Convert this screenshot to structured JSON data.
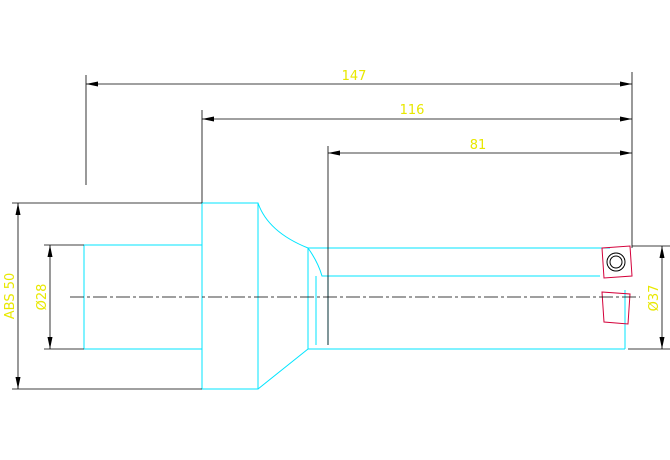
{
  "drawing": {
    "dimensions": {
      "overall_length": "147",
      "body_length": "116",
      "flute_length": "81",
      "shank_flange_diameter": "ABS 50",
      "shank_diameter": "Ø28",
      "cutting_diameter": "Ø37"
    },
    "colors": {
      "background": "#ffffff",
      "outline": "#00e5ff",
      "dimension_line": "#000000",
      "dimension_text": "#e8e800",
      "insert": "#d4003a",
      "centerline": "#000000"
    }
  }
}
